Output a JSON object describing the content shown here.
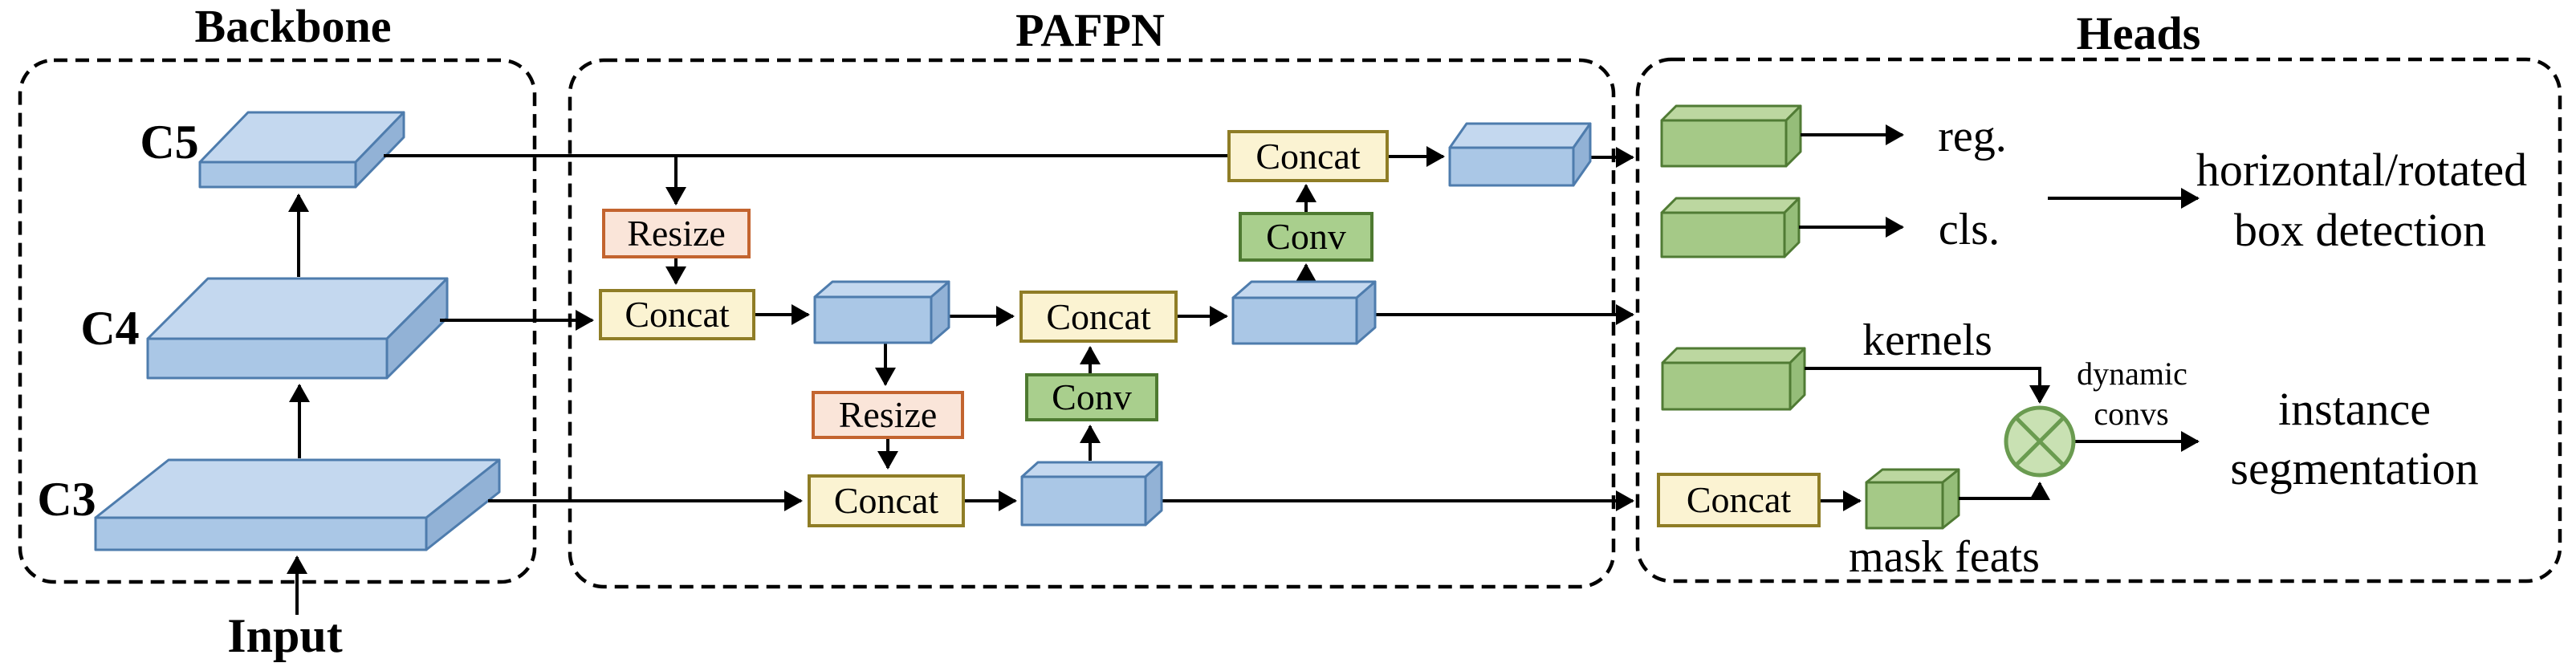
{
  "sections": {
    "backbone": {
      "title": "Backbone",
      "c5": "C5",
      "c4": "C4",
      "c3": "C3",
      "input": "Input"
    },
    "pafpn": {
      "title": "PAFPN",
      "resize_c5": "Resize",
      "concat_p4": "Concat",
      "resize_p4": "Resize",
      "concat_p3": "Concat",
      "conv_n3": "Conv",
      "concat_n4": "Concat",
      "conv_n4": "Conv",
      "concat_n5": "Concat"
    },
    "heads": {
      "title": "Heads",
      "reg_label": "reg.",
      "cls_label": "cls.",
      "detection_line1": "horizontal/rotated",
      "detection_line2": "box detection",
      "kernels_label": "kernels",
      "dynamic_line1": "dynamic",
      "dynamic_line2": "convs",
      "concat_label": "Concat",
      "mask_feats_label": "mask feats",
      "segmentation_line1": "instance",
      "segmentation_line2": "segmentation"
    }
  },
  "icons": {
    "multiply_operator": "elementwise-multiply (dynamic convolution operator)"
  },
  "colors": {
    "background": "#FFFFFF",
    "line": "#000000",
    "blue_top": "#C4D8EF",
    "blue_front": "#AAC7E6",
    "blue_side": "#92B2D6",
    "blue_border": "#4E7CAD",
    "green_top": "#BCD7A0",
    "green_front": "#A5C987",
    "green_side": "#95BD79",
    "green_border": "#507B34",
    "conv_fill": "#A9CF8D",
    "conv_border": "#4E7A31",
    "yellow_fill": "#FBF3D2",
    "yellow_border": "#8F7D26",
    "orange_fill": "#FAE5D9",
    "orange_border": "#C3642F",
    "circle_fill": "#C9E1B3",
    "circle_border": "#6A9B50"
  }
}
